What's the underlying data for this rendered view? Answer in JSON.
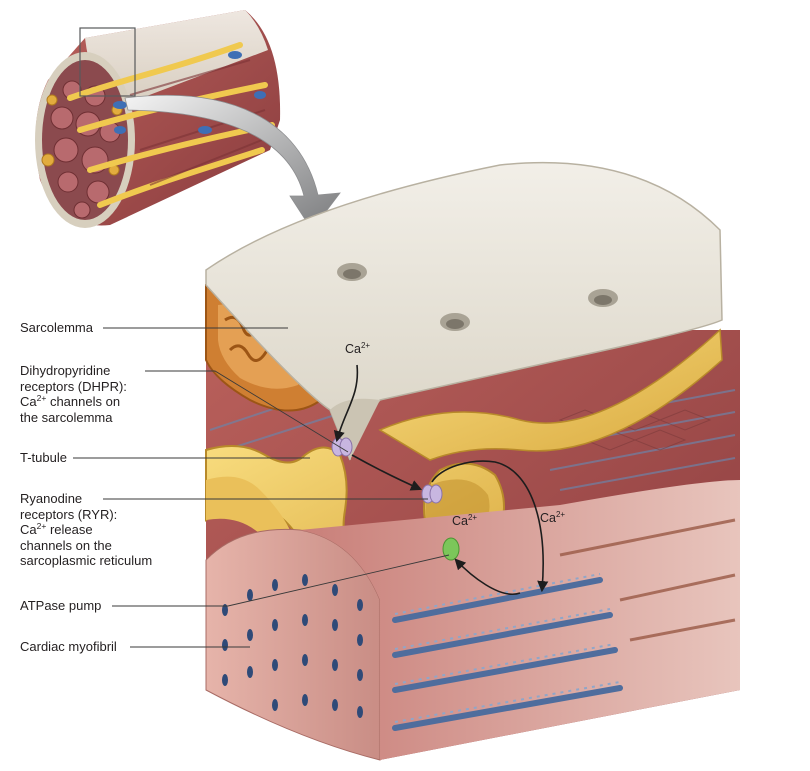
{
  "labels": {
    "sarcolemma": "Sarcolemma",
    "dhpr": {
      "line1": "Dihydropyridine",
      "line2": "receptors (DHPR):",
      "line3_prefix": "Ca",
      "line3_sup": "2+",
      "line3_suffix": " channels on",
      "line4": "the sarcolemma"
    },
    "t_tubule": "T-tubule",
    "ryr": {
      "line1": "Ryanodine",
      "line2": "receptors (RYR):",
      "line3_prefix": "Ca",
      "line3_sup": "2+",
      "line3_suffix": " release",
      "line4": "channels on the",
      "line5": "sarcoplasmic reticulum"
    },
    "atpase": "ATPase pump",
    "myofibril": "Cardiac myofibril"
  },
  "ions": {
    "base": "Ca",
    "charge": "2+"
  },
  "colors": {
    "membrane": "#e7e2d6",
    "tubule_yellow": "#f3cf63",
    "tubule_dark": "#c99a2c",
    "muscle_red": "#a8524f",
    "muscle_dark": "#7d3336",
    "myofibril_face": "#d9a39b",
    "myofibril_blue": "#506e9a",
    "mito_orange": "#d68a3a",
    "receptor_purple": "#c8b6e0",
    "pump_green": "#7cc65a",
    "arrow_gray": "#6d6e70"
  }
}
